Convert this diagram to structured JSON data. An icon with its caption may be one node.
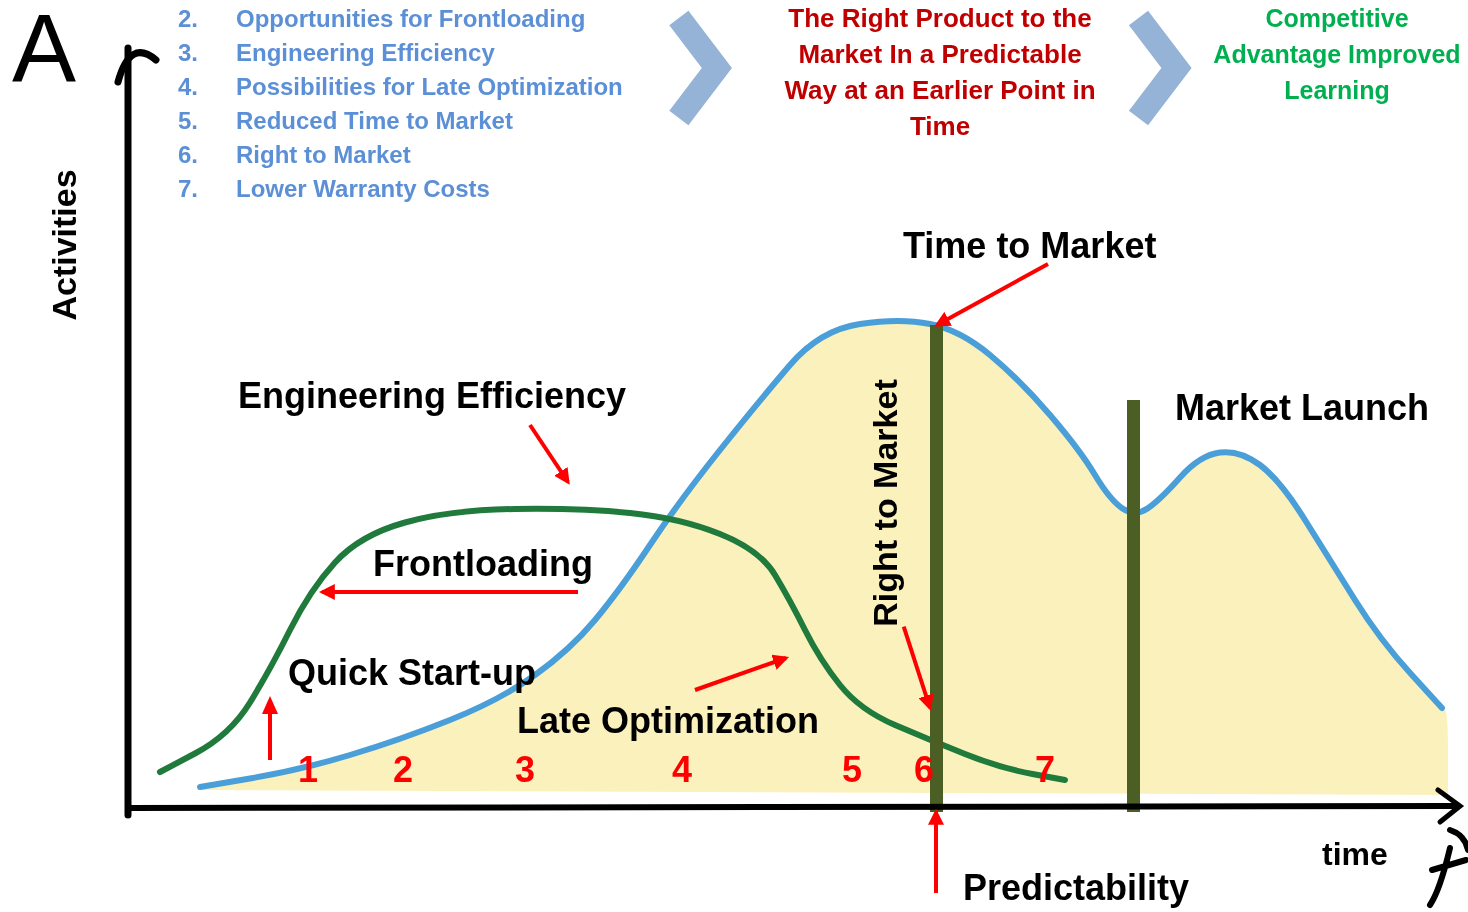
{
  "diagram": {
    "nodes": [
      {
        "text": [
          "2.",
          "Opportunities for Frontloading",
          "3.",
          "Engineering Efficiency",
          "4.",
          "Possibilities for Late Optimization",
          "5.",
          "Reduced Time to Market",
          "6.",
          "Right to Market",
          "7.",
          "Lower Warranty Costs"
        ]
      },
      {
        "text": [
          "The Right Product to the Market In a Predictable Way at an Earlier Point in Time"
        ]
      },
      {
        "text": [
          "Competitive Advantage Improved Learning"
        ]
      },
      {
        "text": [
          "Time to Market"
        ]
      },
      {
        "text": [
          "Engineering Efficiency"
        ]
      },
      {
        "text": [
          "Frontloading"
        ]
      },
      {
        "text": [
          "Quick Start-up"
        ]
      },
      {
        "text": [
          "Late Optimization"
        ]
      },
      {
        "text": [
          "Right to Market"
        ]
      },
      {
        "text": [
          "Predictability"
        ]
      },
      {
        "text": [],
        "shape": "bar"
      }
    ],
    "edges": [
      {
        "from": 0,
        "to": 1,
        "arrow": "to",
        "style": "thick",
        "color": "#95b3d7"
      },
      {
        "from": 1,
        "to": 2,
        "arrow": "to",
        "style": "thick",
        "color": "#95b3d7"
      },
      {
        "from": 3,
        "to": 10,
        "arrow": "to"
      },
      {
        "from": 4,
        "to": null,
        "arrow": "to"
      },
      {
        "from": 5,
        "to": null,
        "arrow": "to"
      },
      {
        "from": 7,
        "to": null,
        "arrow": "to"
      },
      {
        "from": 8,
        "to": 10,
        "arrow": "to"
      },
      {
        "from": 9,
        "to": 10,
        "arrow": "to"
      }
    ],
    "labels": [
      "A",
      "Activities",
      "Market Launch",
      "1",
      "2",
      "3",
      "4",
      "5",
      "6",
      "7",
      "time"
    ]
  }
}
